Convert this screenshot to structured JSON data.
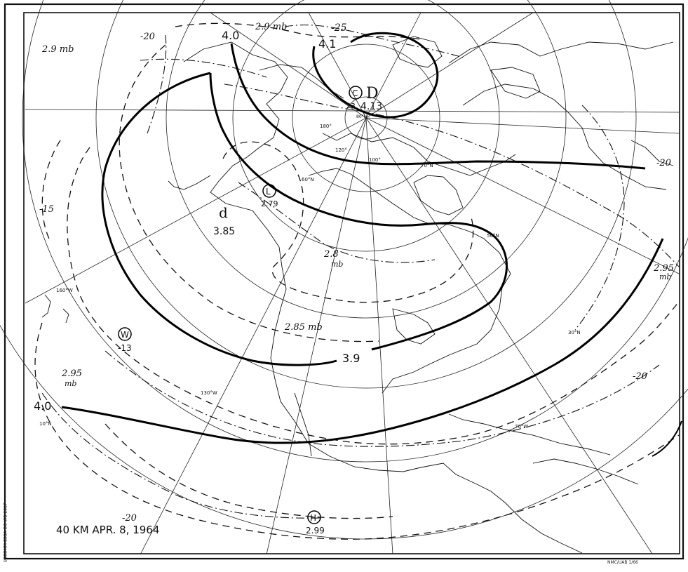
{
  "map": {
    "title": "40 KM APR. 8, 1964",
    "credit": "NMC/UAB 1/66",
    "side_note": "USCOMM-ESSA-DC WB 2317",
    "contours_solid": [
      {
        "id": "c40-north",
        "label": "4.0"
      },
      {
        "id": "c41",
        "label": "4.1"
      },
      {
        "id": "c39",
        "label": "3.9"
      },
      {
        "id": "c40-south",
        "label": "4.0"
      }
    ],
    "pressure_labels": [
      {
        "id": "p29-top",
        "label": "2.9 mb"
      },
      {
        "id": "p29-left",
        "label": "2.9 mb"
      },
      {
        "id": "p28",
        "label": "2.8"
      },
      {
        "id": "p28-unit",
        "label": "mb"
      },
      {
        "id": "p285",
        "label": "2.85 mb"
      },
      {
        "id": "p295-left",
        "label": "2.95"
      },
      {
        "id": "p295-left-unit",
        "label": "mb"
      },
      {
        "id": "p295-right",
        "label": "2.95"
      },
      {
        "id": "p295-right-unit",
        "label": "mb"
      }
    ],
    "temperature_labels": [
      {
        "id": "t20-a",
        "label": "-20"
      },
      {
        "id": "t25",
        "label": "-25"
      },
      {
        "id": "t20-b",
        "label": "-20"
      },
      {
        "id": "t15",
        "label": "-15"
      },
      {
        "id": "t20-c",
        "label": "-20"
      },
      {
        "id": "t20-d",
        "label": "-20"
      }
    ],
    "centers": [
      {
        "id": "cold",
        "symbol": "C",
        "value": "4.13",
        "extra": "D",
        "sub": "23"
      },
      {
        "id": "low",
        "symbol": "L",
        "value": "2.79"
      },
      {
        "id": "d-center",
        "symbol": "d",
        "value": "3.85"
      },
      {
        "id": "warm",
        "symbol": "W",
        "value": "-13"
      },
      {
        "id": "high",
        "symbol": "H",
        "value": "2.99"
      }
    ],
    "meridian_labels": [
      {
        "id": "m180",
        "label": "180°"
      },
      {
        "id": "m120",
        "label": "120°"
      },
      {
        "id": "m100",
        "label": "100°"
      },
      {
        "id": "m80n",
        "label": "80°N"
      },
      {
        "id": "m70n",
        "label": "70°N"
      },
      {
        "id": "m60n",
        "label": "60°N"
      },
      {
        "id": "m50n",
        "label": "50°N"
      },
      {
        "id": "m30n",
        "label": "30°N"
      },
      {
        "id": "m10n",
        "label": "10°N"
      },
      {
        "id": "m130w",
        "label": "130°W"
      },
      {
        "id": "m70w",
        "label": "70°W"
      },
      {
        "id": "m160w",
        "label": "160°W"
      }
    ]
  }
}
